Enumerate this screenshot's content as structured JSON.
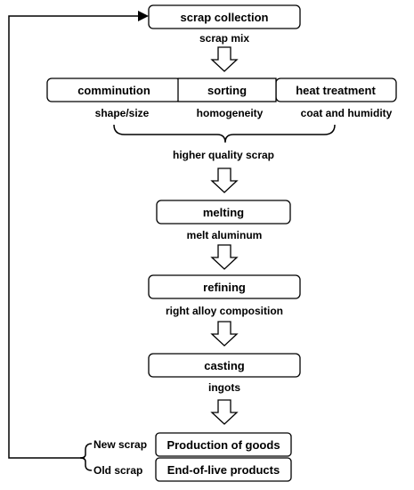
{
  "scrap_collection": {
    "box": "scrap collection",
    "caption": "scrap mix"
  },
  "pretreatment": {
    "comminution": {
      "box": "comminution",
      "caption": "shape/size"
    },
    "sorting": {
      "box": "sorting",
      "caption": "homogeneity"
    },
    "heat_treatment": {
      "box": "heat treatment",
      "caption": "coat and humidity"
    },
    "result": "higher quality scrap"
  },
  "melting": {
    "box": "melting",
    "caption": "melt aluminum"
  },
  "refining": {
    "box": "refining",
    "caption": "right alloy composition"
  },
  "casting": {
    "box": "casting",
    "caption": "ingots"
  },
  "recycling": {
    "new_scrap": {
      "label": "New scrap",
      "box": "Production of goods"
    },
    "old_scrap": {
      "label": "Old scrap",
      "box": "End-of-live products"
    }
  }
}
